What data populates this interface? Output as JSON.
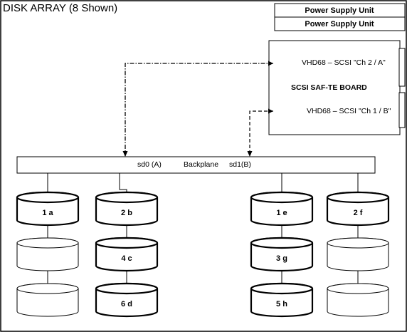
{
  "title": "DISK ARRAY (8 Shown)",
  "power_supplies": [
    "Power Supply Unit",
    "Power Supply Unit"
  ],
  "board": {
    "port_a": "VHD68 – SCSI \"Ch 2 / A\"",
    "name": "SCSI SAF-TE BOARD",
    "port_b": "VHD68 – SCSI \"Ch 1 / B\""
  },
  "backplane": {
    "sd0": "sd0 (A)",
    "label": "Backplane",
    "sd1": "sd1(B)"
  },
  "disks": {
    "d1a": "1 a",
    "d2b": "2 b",
    "d1e": "1 e",
    "d2f": "2 f",
    "d4c": "4 c",
    "d3g": "3 g",
    "d6d": "6 d",
    "d5h": "5 h"
  }
}
